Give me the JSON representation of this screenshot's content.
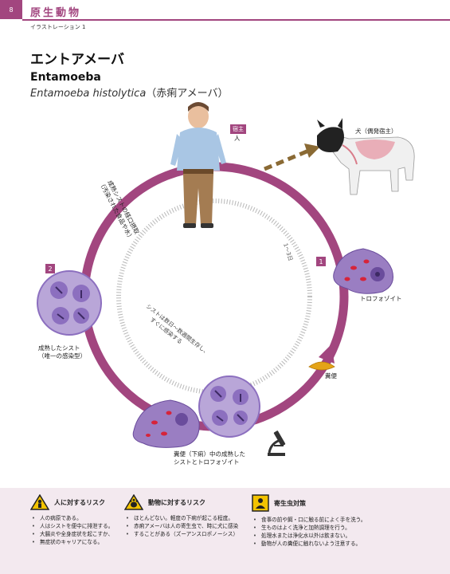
{
  "header": {
    "page_number": "8",
    "section_title": "原生動物",
    "subtitle": "イラストレーション 1"
  },
  "title": {
    "japanese": "エントアメーバ",
    "genus": "Entamoeba",
    "species": "Entamoeba histolytica",
    "species_note": "（赤痢アメーバ）"
  },
  "diagram": {
    "host_badge": "宿主",
    "host_label": "人",
    "dog_label": "犬（偶発宿主）",
    "stage1_number": "1",
    "stage1_label": "トロフォゾイト",
    "stage2_number": "2",
    "stage2_label_line1": "成熟したシスト",
    "stage2_label_line2": "（唯一の感染型）",
    "feces_label": "糞便",
    "feces_stage_line1": "糞便（下痢）中の成熟した",
    "feces_stage_line2": "シストとトロフォゾイト",
    "ingest_line1": "成熟シストの経口摂取",
    "ingest_line2": "（汚染された食品や水）",
    "time_label": "1〜3日",
    "env_line1": "シストは数日〜数週間生存し、",
    "env_line2": "すぐに感染する"
  },
  "footer": {
    "human": {
      "heading": "人に対するリスク",
      "items": [
        "人の病原である。",
        "人はシストを便中に排泄する。",
        "大腸炎や全身症状を起こすか、",
        "無症状のキャリアになる。"
      ]
    },
    "animal": {
      "heading": "動物に対するリスク",
      "items": [
        "ほとんどない。軽度の下痢が起こる程度。",
        "赤痢アメーバは人の寄生虫で、時に犬に感染",
        "することがある（ズーアンスロポノーシス）"
      ]
    },
    "control": {
      "heading": "寄生虫対策",
      "items": [
        "食事の前や餌・口に触る前によく手を洗う。",
        "生ものはよく洗浄と加熱調理を行う。",
        "処理水または浄化水以外は飲まない。",
        "動物が人の糞便に触れないよう注意する。"
      ]
    }
  },
  "colors": {
    "accent": "#a2467f",
    "cyst": "#b9a6d8",
    "trophozoite": "#9a7ec2",
    "nucleus": "#6a4c9c",
    "rbc": "#d6243a",
    "footer_bg": "#f3e9ef"
  }
}
